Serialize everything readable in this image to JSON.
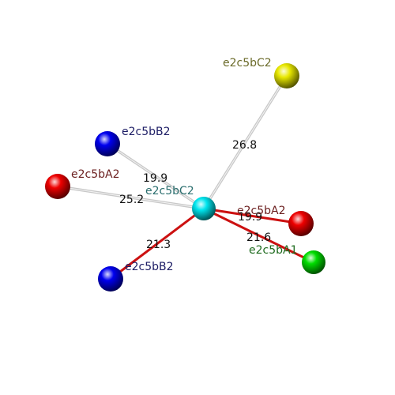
{
  "colors": {
    "background": "#ffffff",
    "bond_grey": "#c8c8c8",
    "bond_red": "#cc1111"
  },
  "center": {
    "label": "e2c5bC2",
    "color": "#00e5ee",
    "label_color": "#2a6e6e"
  },
  "neighbors": [
    {
      "label": "e2c5bC2",
      "color": "#e8e800",
      "label_color": "#6b6b2a",
      "bond": "grey",
      "distance": "26.8"
    },
    {
      "label": "e2c5bB2",
      "color": "#0000ee",
      "label_color": "#1e1e66",
      "bond": "grey",
      "distance": "19.9"
    },
    {
      "label": "e2c5bA2",
      "color": "#ee0000",
      "label_color": "#6b1e1e",
      "bond": "grey",
      "distance": "25.2"
    },
    {
      "label": "e2c5bA2",
      "color": "#ee0000",
      "label_color": "#6b1e1e",
      "bond": "red",
      "distance": "19.9"
    },
    {
      "label": "e2c5bA1",
      "color": "#00dd00",
      "label_color": "#1e6b1e",
      "bond": "red",
      "distance": "21.6"
    },
    {
      "label": "e2c5bB2",
      "color": "#0000ee",
      "label_color": "#1e1e66",
      "bond": "red",
      "distance": "21.3"
    }
  ]
}
